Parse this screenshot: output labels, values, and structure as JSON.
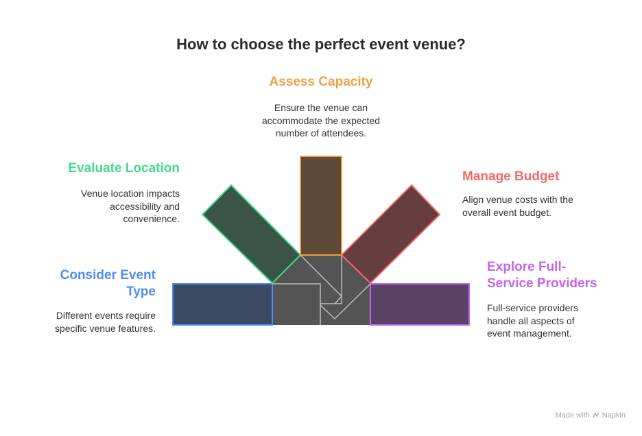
{
  "title": "How to choose the perfect event venue?",
  "items": {
    "capacity": {
      "label": "Assess Capacity",
      "description": "Ensure the venue can accommodate the expected number of attendees.",
      "color": "#f0a040"
    },
    "location": {
      "label": "Evaluate Location",
      "description": "Venue location impacts accessibility and convenience.",
      "color": "#46d98a"
    },
    "budget": {
      "label": "Manage Budget",
      "description": "Align venue costs with the overall event budget.",
      "color": "#f26a6a"
    },
    "event_type": {
      "label": "Consider Event Type",
      "description": "Different events require specific venue features.",
      "color": "#4f8df0"
    },
    "providers": {
      "label": "Explore Full-Service Providers",
      "description": "Full-service providers handle all aspects of event management.",
      "color": "#c565f0"
    }
  },
  "footer": {
    "made_with": "Made with",
    "brand": "Napkin",
    "icon": "napkin-logo-icon"
  }
}
